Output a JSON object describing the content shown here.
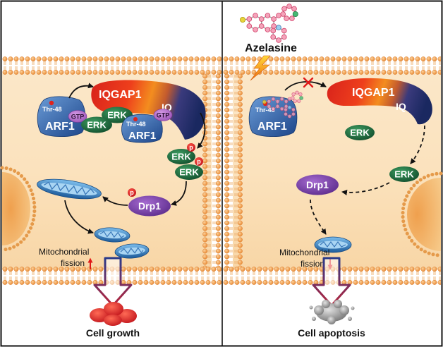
{
  "left": {
    "iqgap1": "IQGAP1",
    "iq": "IQ",
    "arf1": [
      {
        "thr": "Thr-48",
        "name": "ARF1",
        "gtp": "GTP"
      },
      {
        "thr": "Thr-48",
        "name": "ARF1",
        "gtp": "GTP"
      }
    ],
    "erk": [
      "ERK",
      "ERK",
      "ERK",
      "ERK"
    ],
    "phospho": [
      "p",
      "p",
      "p"
    ],
    "drp1": "Drp1",
    "mito_label": [
      "Mitochondrial",
      "fission"
    ],
    "outcome": "Cell growth"
  },
  "right": {
    "drug": "Azelasine",
    "iqgap1": "IQGAP1",
    "iq": "IQ",
    "arf1": {
      "thr": "Thr-48",
      "name": "ARF1"
    },
    "erk": [
      "ERK",
      "ERK"
    ],
    "drp1": "Drp1",
    "mito_label": [
      "Mitochondrial",
      "fission"
    ],
    "outcome": "Cell apoptosis"
  }
}
